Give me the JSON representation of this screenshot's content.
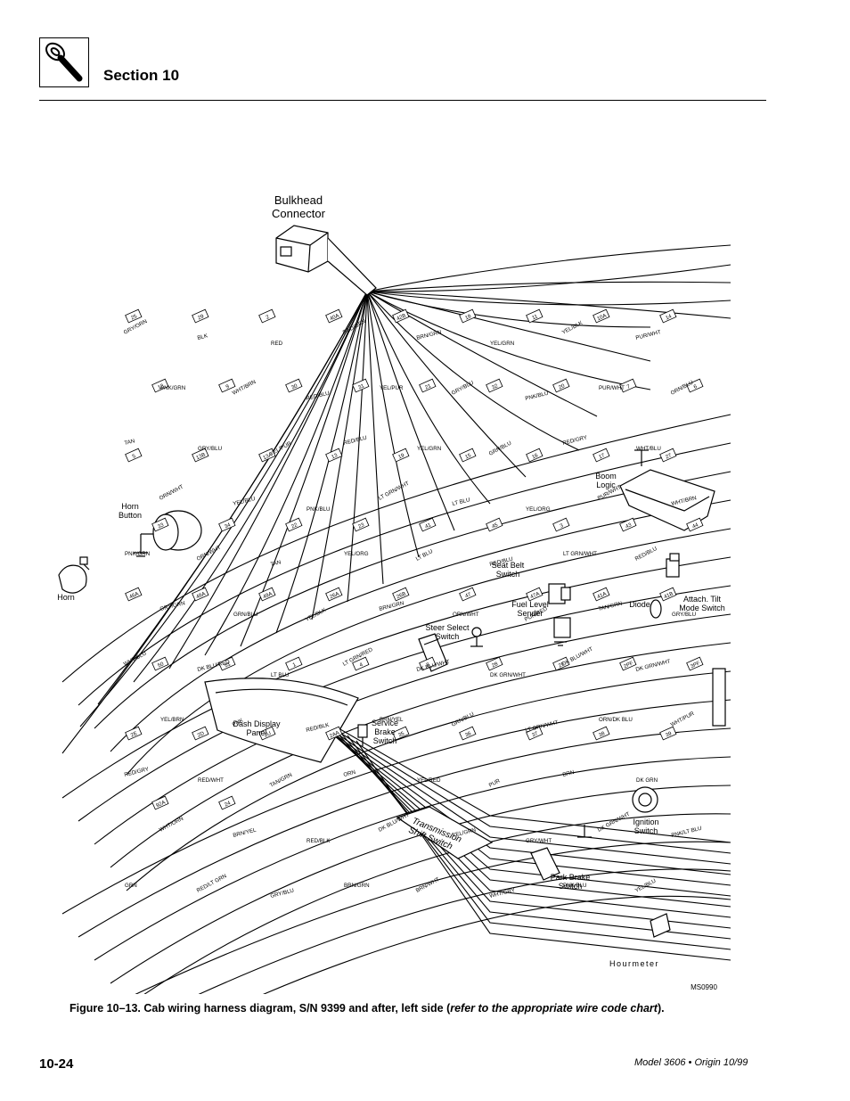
{
  "header": {
    "section": "Section 10"
  },
  "diagram": {
    "ms_code": "MS0990",
    "components": {
      "bulkhead_connector": "Bulkhead\nConnector",
      "horn_button": "Horn\nButton",
      "horn": "Horn",
      "boom_logic": "Boom\nLogic",
      "seat_belt_switch": "Seat Belt\nSwitch",
      "fuel_level_sender": "Fuel Level\nSender",
      "steer_select_switch": "Steer Select\nSwitch",
      "diode": "Diode",
      "attach_tilt_mode_switch": "Attach. Tilt\nMode Switch",
      "dash_display_panel": "Dash Display\nPanel",
      "service_brake_switch": "Service\nBrake\nSwitch",
      "transmission_shift_switch": "Transmission\nShift Switch",
      "ignition_switch": "Ignition\nSwitch",
      "park_brake_switch": "Park Brake\nSwitch",
      "hourmeter": "Hourmeter"
    },
    "wire_labels": [
      "GRY/ORN",
      "BLK",
      "RED",
      "RED/GRN",
      "BRN/GRN",
      "YEL/GRN",
      "YEL/BLK",
      "PUR/WHT",
      "PNK/GRN",
      "WHT/BRN",
      "RED/BLU",
      "YEL/PUR",
      "GRY/BLU",
      "PNK/BLU",
      "PUR/WHT",
      "ORN/BLU",
      "TAN",
      "GRY/BLU",
      "YEL/PUR",
      "RED/BLU",
      "YEL/GRN",
      "GRN/BLU",
      "RED/GRY",
      "WHT/BLU",
      "ORN/WHT",
      "YEL/BLU",
      "PNK/BLU",
      "LT GRN/WHT",
      "LT BLU",
      "YEL/ORG",
      "PUR/WHT",
      "WHT/BRN",
      "PNK/GRN",
      "ORN/WHT",
      "TAN",
      "YEL/ORG",
      "LT BLU",
      "RED/BLU",
      "LT GRN/WHT",
      "RED/BLU",
      "GRY/GRN",
      "GRN/BLU",
      "YEL/BLK",
      "BRN/GRN",
      "ORN/WHT",
      "PUR/RED",
      "TAN/GRN",
      "GRY/BLU",
      "WHT/BLU",
      "DK BLU/RED",
      "LT BLU",
      "LT GRN/RED",
      "DK BLU/WHT",
      "DK GRN/WHT",
      "DK BLU/WHT",
      "DK GRN/WHT",
      "YEL/BRN",
      "PNK",
      "RED/BLK",
      "BRN/YEL",
      "GRN/BLU",
      "LT GRN/WHT",
      "ORN/DK BLU",
      "WHT/PUR",
      "RED/GRY",
      "RED/WHT",
      "TAN/GRN",
      "ORN",
      "YEL/RED",
      "PUR",
      "BRN",
      "DK GRN",
      "WHT/ORN",
      "BRN/YEL",
      "RED/BLK",
      "DK BLU/WHT",
      "YEL/GRN",
      "GRY/WHT",
      "DK GRN/WHT",
      "PNK/LT BLU",
      "GRN",
      "RED/LT GRN",
      "GRY/BLU",
      "BRN/GRN",
      "BRN/WHT",
      "WHT/GRY",
      "PNK/BLU",
      "YEL/BLU"
    ],
    "terminal_labels": [
      "25",
      "29",
      "2",
      "40A",
      "42B",
      "18",
      "11",
      "10A",
      "14",
      "12",
      "9",
      "30",
      "31",
      "21",
      "32",
      "20",
      "7",
      "6",
      "5",
      "13B",
      "13A",
      "13",
      "19",
      "15",
      "16",
      "17",
      "27",
      "33",
      "34",
      "22",
      "23",
      "41",
      "45",
      "3",
      "43",
      "44",
      "46A",
      "48A",
      "49A",
      "26A",
      "26B",
      "47",
      "47A",
      "41A",
      "41B",
      "50",
      "51",
      "1",
      "4",
      "8",
      "28",
      "2F",
      "2PF",
      "3PF",
      "2E",
      "2D",
      "2U",
      "2AA",
      "35",
      "36",
      "37",
      "38",
      "39",
      "92A",
      "24"
    ]
  },
  "caption": {
    "prefix": "Figure 10–13.  Cab wiring harness diagram, S/N 9399 and after, left side (",
    "emphasis": "refer to the appropriate wire code chart",
    "suffix": ")."
  },
  "footer": {
    "page_number": "10-24",
    "model_origin": "Model 3606 • Origin 10/99"
  }
}
